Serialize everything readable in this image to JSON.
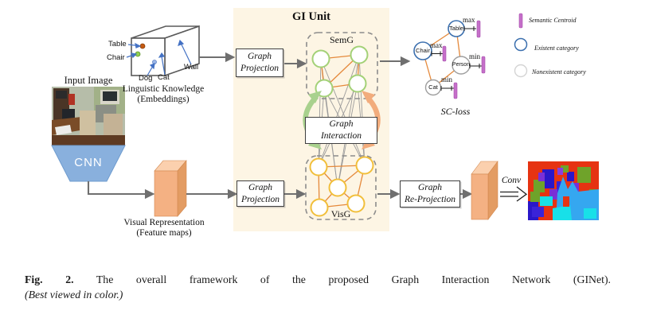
{
  "left": {
    "input_image_label": "Input Image",
    "cnn_label": "CNN",
    "visual_representation": {
      "line1": "Visual Representation",
      "line2": "(Feature maps)"
    }
  },
  "linguistic": {
    "labels": {
      "table": "Table",
      "chair": "Chair",
      "dog": "Dog",
      "cat": "Cat",
      "wall": "Wall"
    },
    "caption_line1": "Linguistic Knowledge",
    "caption_line2": "(Embeddings)"
  },
  "gi_unit": {
    "title": "GI Unit",
    "semg_label": "SemG",
    "visg_label": "VisG",
    "graph_projection_top": {
      "line1": "Graph",
      "line2": "Projection"
    },
    "graph_projection_bottom": {
      "line1": "Graph",
      "line2": "Projection"
    },
    "graph_interaction": {
      "line1": "Graph",
      "line2": "Interaction"
    }
  },
  "sc_loss": {
    "label": "SC-loss",
    "nodes": [
      {
        "name": "Table",
        "anchor": "max"
      },
      {
        "name": "Chair",
        "anchor": "max"
      },
      {
        "name": "Person",
        "anchor": "min"
      },
      {
        "name": "Cat",
        "anchor": "min"
      }
    ]
  },
  "legend": {
    "items": [
      {
        "label": "Semantic Centroid",
        "symbol": "semantic-centroid-bar",
        "color": "#c56fc9"
      },
      {
        "label": "Existent category",
        "symbol": "existent-circle",
        "color": "#3b6fae"
      },
      {
        "label": "Nonexistent category",
        "symbol": "nonexistent-circle",
        "color": "#d9d9d9"
      }
    ]
  },
  "output": {
    "graph_reprojection": {
      "line1": "Graph",
      "line2": "Re-Projection"
    },
    "conv_label": "Conv"
  },
  "caption": {
    "fig_label": "Fig. 2.",
    "text": " The overall framework of the proposed Graph Interaction Network (GINet).",
    "note": "(Best viewed in color.)"
  },
  "colors": {
    "gi_unit_bg": "#fdf5e4",
    "semg_node_stroke": "#a3d177",
    "visg_node_stroke": "#f1bf3b",
    "graph_edge_orange": "#e5893b",
    "interaction_green": "#a9d18e",
    "interaction_orange": "#f2ac7c",
    "feature_box_peach": "#f4b183",
    "cnn_blue": "#89b0dd",
    "centroid_purple": "#c56fc9",
    "existent_blue": "#3b6fae"
  }
}
